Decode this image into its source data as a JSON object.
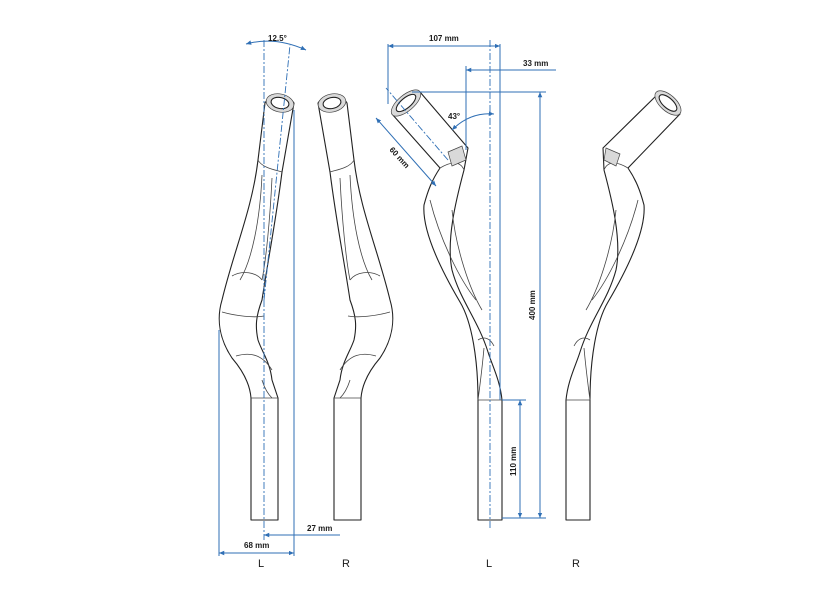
{
  "dimensions": {
    "angle_left": "12.5°",
    "width_68": "68 mm",
    "offset_27": "27 mm",
    "width_107": "107 mm",
    "offset_33": "33 mm",
    "angle_right": "43°",
    "length_60": "60 mm",
    "height_400": "400 mm",
    "height_110": "110 mm"
  },
  "side_labels": {
    "view1": "L",
    "view2": "R",
    "view3": "L",
    "view4": "R"
  },
  "colors": {
    "dimension_line": "#2f6fb5",
    "outline": "#222222"
  }
}
